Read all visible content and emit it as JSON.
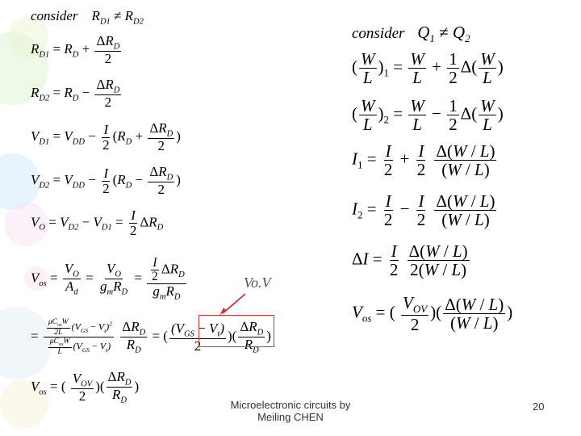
{
  "left": {
    "consider_label": "consider",
    "consider_rel": "R_D1 ≠ R_D2",
    "annotation": "Vo.V"
  },
  "right": {
    "consider_label": "consider",
    "consider_rel": "Q1 ≠ Q2"
  },
  "footer": {
    "line1": "Microelectronic circuits by",
    "line2": "Meiling CHEN",
    "page": "20"
  },
  "colors": {
    "background_accent": "#d9ecf8",
    "annotation_red": "#d03030"
  }
}
